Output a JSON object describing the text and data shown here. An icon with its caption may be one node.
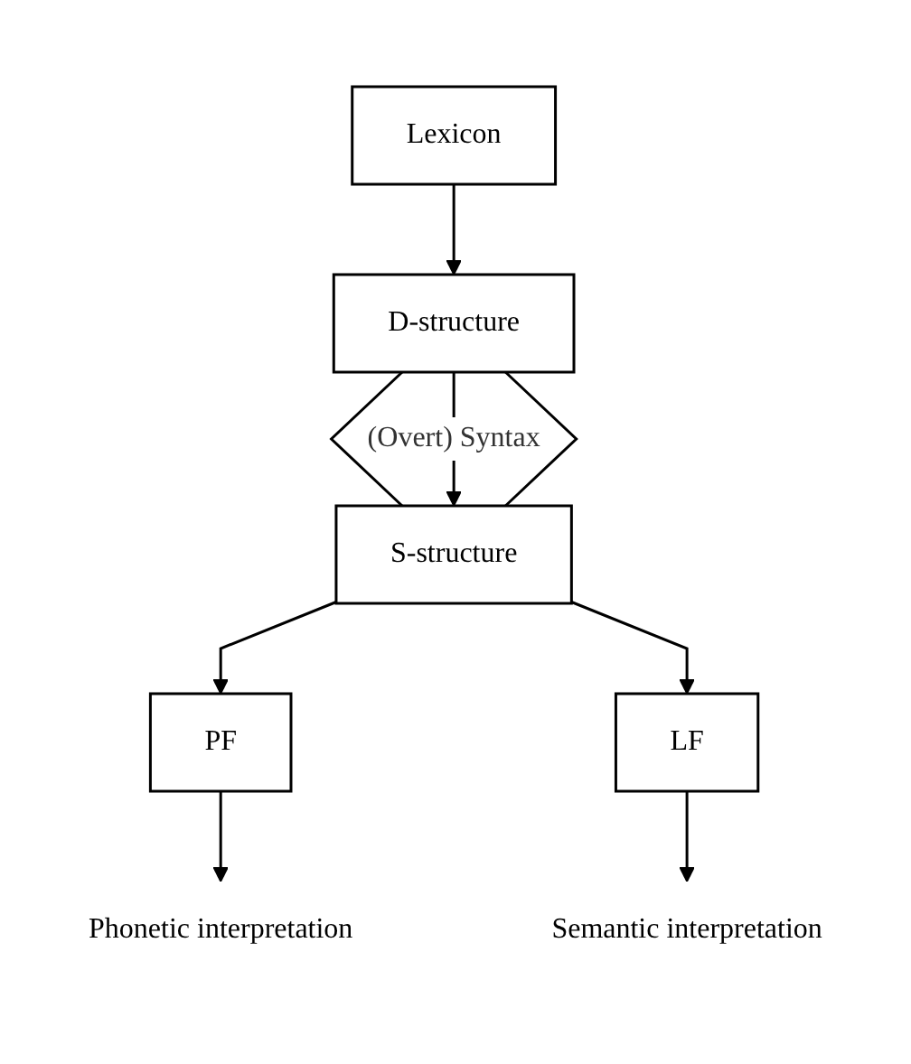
{
  "diagram": {
    "nodes": [
      {
        "text": [
          "Lexicon"
        ]
      },
      {
        "text": [
          "D-structure"
        ]
      },
      {
        "text": [
          "S-structure"
        ]
      },
      {
        "text": [
          "PF"
        ]
      },
      {
        "text": [
          "LF"
        ]
      },
      {
        "text": [
          "Phonetic interpretation"
        ]
      },
      {
        "text": [
          "Semantic interpretation"
        ]
      }
    ],
    "edges": [
      {
        "from": 0,
        "to": 1,
        "arrow": "to"
      },
      {
        "from": 1,
        "to": 2,
        "arrow": "none"
      },
      {
        "from": 1,
        "to": 2,
        "label": "(Overt) Syntax",
        "arrow": "to"
      },
      {
        "from": 1,
        "to": 2,
        "arrow": "none"
      },
      {
        "from": 2,
        "to": 3,
        "arrow": "to"
      },
      {
        "from": 2,
        "to": 4,
        "arrow": "to"
      },
      {
        "from": 3,
        "to": 5,
        "arrow": "to"
      },
      {
        "from": 4,
        "to": 6,
        "arrow": "to"
      }
    ]
  }
}
